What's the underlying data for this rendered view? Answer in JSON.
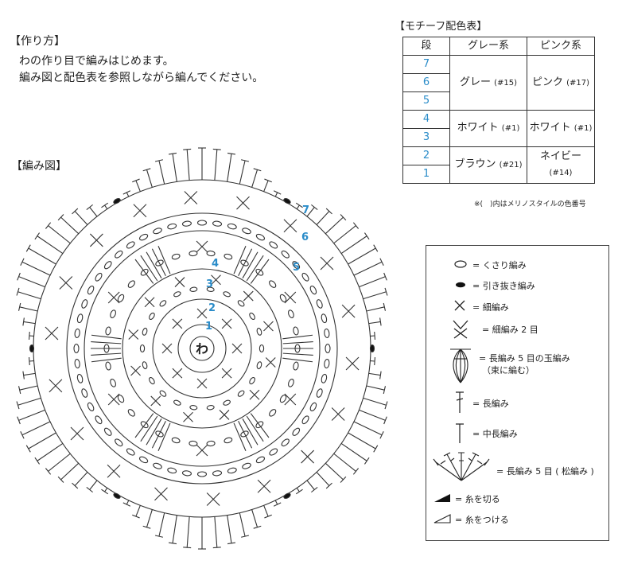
{
  "method": {
    "title": "【作り方】",
    "lines": [
      "わの作り目で編みはじめます。",
      "編み図と配色表を参照しながら編んでください。"
    ]
  },
  "table": {
    "title": "【モチーフ配色表】",
    "headers": [
      "段",
      "グレー系",
      "ピンク系"
    ],
    "rounds": [
      "7",
      "6",
      "5",
      "4",
      "3",
      "2",
      "1"
    ],
    "groups": [
      {
        "gray_name": "グレー",
        "gray_code": "(#15)",
        "pink_name": "ピンク",
        "pink_code": "(#17)"
      },
      {
        "gray_name": "ホワイト",
        "gray_code": "(#1)",
        "pink_name": "ホワイト",
        "pink_code": "(#1)"
      },
      {
        "gray_name": "ブラウン",
        "gray_code": "(#21)",
        "pink_name": "ネイビー",
        "pink_code": "(#14)"
      }
    ],
    "note": "※(　)内はメリノスタイルの色番号",
    "round_color": "#2a8cc9"
  },
  "diagram": {
    "title": "【編み図】",
    "center_label": "わ",
    "round_numbers": [
      "1",
      "2",
      "3",
      "4",
      "5",
      "6",
      "7"
    ]
  },
  "legend": {
    "items": [
      "= くさり編み",
      "= 引き抜き編み",
      "= 細編み",
      "= 細編み 2 目",
      "= 長編み 5 目の玉編み",
      "（束に編む）",
      "= 長編み",
      "= 中長編み",
      "= 長編み 5 目 ( 松編み )",
      "= 糸を切る",
      "= 糸をつける"
    ]
  }
}
